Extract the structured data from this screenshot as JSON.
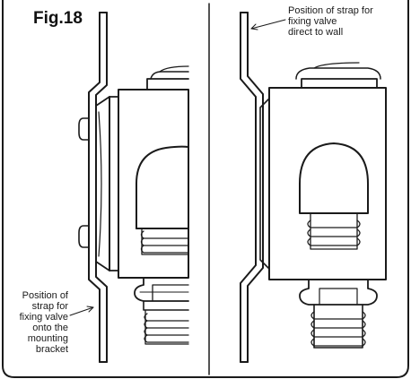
{
  "figure": {
    "title": "Fig.18"
  },
  "annotations": {
    "right": {
      "lines": [
        "Position of strap for",
        "fixing valve",
        "direct to wall"
      ]
    },
    "left": {
      "lines": [
        "Position of",
        "strap for",
        "fixing valve",
        "onto the",
        "mounting",
        "bracket"
      ]
    }
  },
  "colors": {
    "line": "#1a1a1a",
    "background": "#ffffff"
  }
}
